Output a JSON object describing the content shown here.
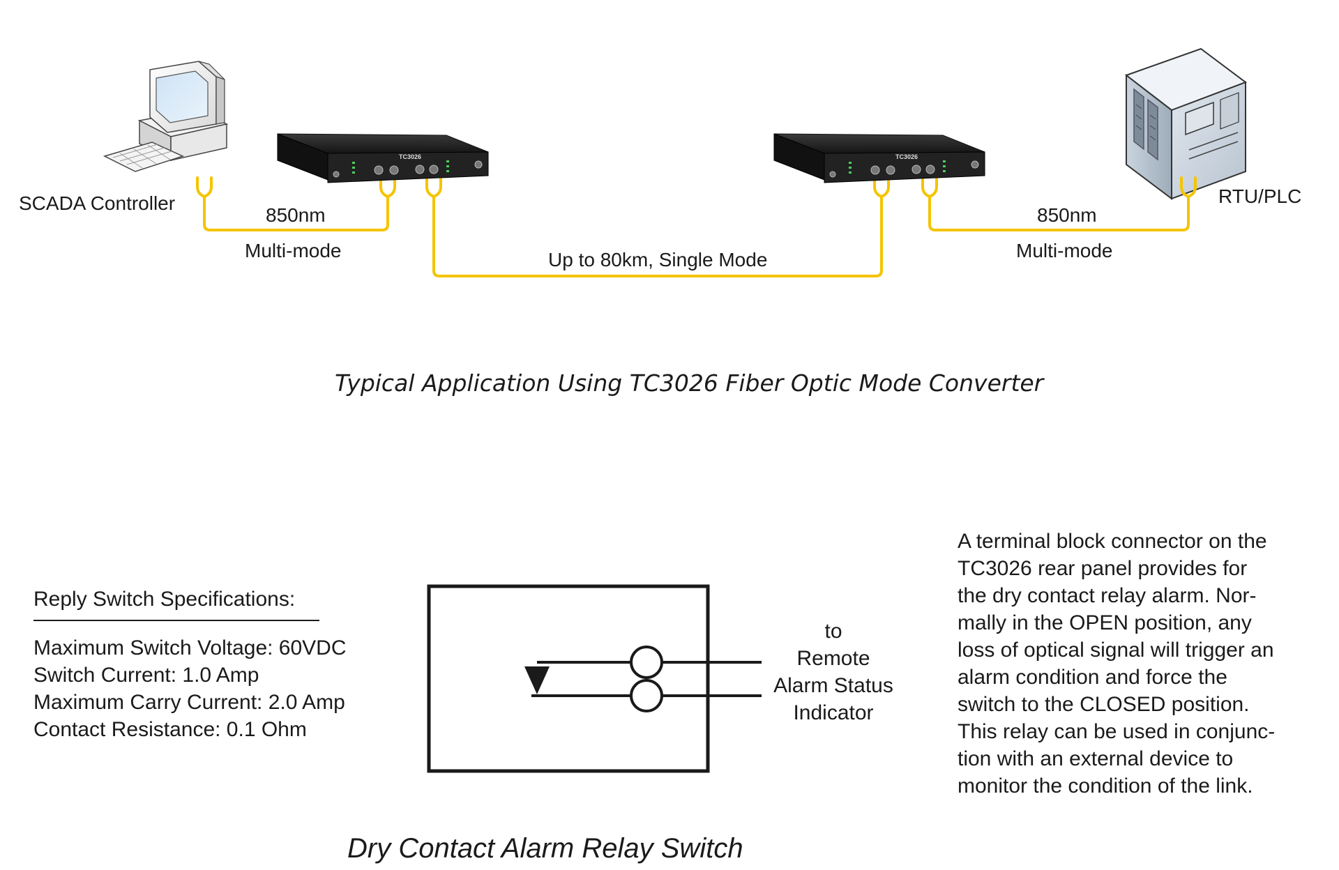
{
  "colors": {
    "fiber": "#f5c400",
    "text": "#1a1a1a",
    "device_body": "#1c1c1c",
    "led_green": "#4cd05a"
  },
  "network": {
    "scada_label": "SCADA Controller",
    "rtu_label": "RTU/PLC",
    "left_wavelength": "850nm",
    "left_mode": "Multi-mode",
    "center_link": "Up to 80km, Single Mode",
    "right_wavelength": "850nm",
    "right_mode": "Multi-mode",
    "device_model": "TC3026",
    "computer_icon": "computer-icon",
    "server_icon": "server-icon"
  },
  "captions": {
    "application": "Typical Application Using TC3026 Fiber Optic Mode Converter",
    "relay": "Dry Contact Alarm Relay Switch"
  },
  "specs": {
    "title": "Reply Switch Specifications:",
    "items": [
      "Maximum Switch Voltage: 60VDC",
      "Switch Current: 1.0 Amp",
      "Maximum Carry Current: 2.0 Amp",
      "Contact Resistance: 0.1 Ohm"
    ]
  },
  "relay_labels": {
    "lines": [
      "to",
      "Remote",
      "Alarm Status",
      "Indicator"
    ]
  },
  "description": {
    "lines": [
      "A terminal block connector on the",
      "TC3026 rear panel provides for",
      "the dry contact relay alarm. Nor-",
      "mally in the OPEN position, any",
      "loss of optical signal will trigger an",
      "alarm condition and force the",
      "switch to the CLOSED position.",
      "This relay can be used in conjunc-",
      "tion with an external device to",
      "monitor the condition of the link."
    ]
  }
}
